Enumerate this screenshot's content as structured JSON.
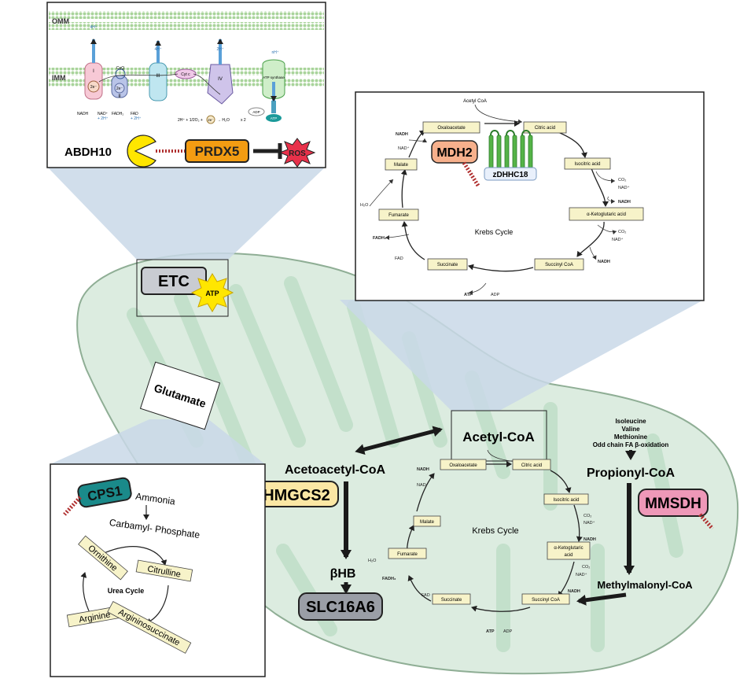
{
  "etc_inset": {
    "omm": "OMM",
    "imm": "IMM",
    "complex_labels": [
      "I",
      "II",
      "III",
      "IV"
    ],
    "coq": "CoQ",
    "cytc": "Cyt c",
    "e2": "2e⁻",
    "h4": "4H⁺",
    "h2": "2H⁺",
    "nh": "nH⁺",
    "nadh": "NADH",
    "nad": "NAD⁺",
    "plus2h": "+ 2H⁺",
    "fadh2": "FADH₂",
    "fad": "FAD",
    "atp_synthase": "ATP synthase",
    "adp": "ADP",
    "atp": "ATP",
    "water_eq_a": "2H⁺ + 1/2O₂ +",
    "water_eq_b": "→  H₂O",
    "x2": "x 2",
    "abdh10": "ABDH10",
    "prdx5": "PRDX5",
    "ros": "ROS"
  },
  "krebs_inset": {
    "acetyl_coa": "Acetyl CoA",
    "oxaloacetate": "Oxaloacetate",
    "citric_acid": "Citric acid",
    "isocitric_acid": "Isocitric acid",
    "akg": "α-Ketoglutaric acid",
    "succinyl_coa": "Succinyl CoA",
    "succinate": "Succinate",
    "fumarate": "Fumarate",
    "malate": "Malate",
    "mdh2": "MDH2",
    "zdhhc18": "zDHHC18",
    "krebs_cycle": "Krebs Cycle",
    "nadh": "NADH",
    "nad": "NAD⁺",
    "co2": "CO₂",
    "h2o": "H₂O",
    "fadh2": "FADH₂",
    "fad": "FAD",
    "atp": "ATP",
    "adp": "ADP"
  },
  "mito": {
    "etc": "ETC",
    "atp": "ATP",
    "glutamate": "Glutamate",
    "acetyl_coa": "Acetyl-CoA",
    "acetoacetyl_coa": "Acetoacetyl-CoA",
    "hmgcs2": "HMGCS2",
    "bhb": "βHB",
    "slc16a6": "SLC16A6",
    "precursors": [
      "Isoleucine",
      "Valine",
      "Methionine",
      "Odd chain FA β-oxidation"
    ],
    "propionyl_coa": "Propionyl-CoA",
    "mmsdh": "MMSDH",
    "methylmalonyl_coa": "Methylmalonyl-CoA",
    "krebs_cycle": "Krebs Cycle",
    "oxaloacetate": "Oxaloacetate",
    "citric_acid": "Citric acid",
    "isocitric_acid": "Isocitric acid",
    "akg_a": "α-Ketoglutaric",
    "akg_b": "acid",
    "succinyl_coa": "Succinyl CoA",
    "succinate": "Succinate",
    "fumarate": "Fumarate",
    "malate": "Malate",
    "nadh": "NADH",
    "nad": "NAD⁺",
    "co2": "CO₂",
    "h2o": "H₂O",
    "fadh2": "FADH₂",
    "fad": "FAD",
    "adp": "ADP"
  },
  "urea_inset": {
    "cps1": "CPS1",
    "ammonia": "Ammonia",
    "carbamyl": "Carbamyl- Phosphate",
    "ornithine": "Ornithine",
    "citrulline": "Citrulline",
    "arginine": "Arginine",
    "argininosuccinate": "Argininosuccinate",
    "urea_cycle": "Urea Cycle"
  },
  "colors": {
    "mito_fill": "#dcece0",
    "cristae": "#c3e0cb",
    "callout": "#c9d8e8",
    "metabolite_box": "#f7f3c9",
    "prdx5": "#f39c12",
    "mdh2": "#f6b08c",
    "hmgcs2": "#fbe7a4",
    "mmsdh": "#ee98b8",
    "cps1": "#1a8a8a",
    "slc16a6": "#9a9ea6",
    "etc_box": "#c9ccd2",
    "zdhhc18": "#55b347",
    "pacman": "#ffe600",
    "ros": "#e8314a",
    "atp_star": "#ffe600"
  }
}
